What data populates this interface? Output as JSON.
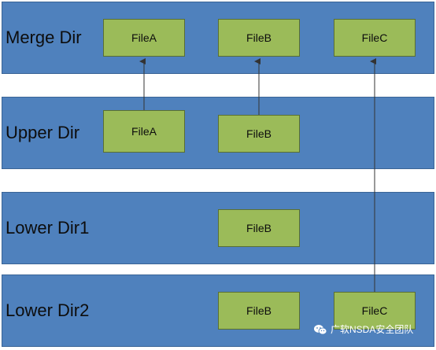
{
  "layers": {
    "merge": {
      "label": "Merge Dir",
      "files": [
        "FileA",
        "FileB",
        "FileC"
      ]
    },
    "upper": {
      "label": "Upper Dir",
      "files": [
        "FileA",
        "FileB"
      ]
    },
    "lower1": {
      "label": "Lower Dir1",
      "files": [
        "FileB"
      ]
    },
    "lower2": {
      "label": "Lower Dir2",
      "files": [
        "FileB",
        "FileC"
      ]
    }
  },
  "watermark": {
    "text": "广软NSDA安全团队",
    "icon": "wechat-icon"
  },
  "colors": {
    "layer_fill": "#4f81bd",
    "file_fill": "#9bbb59",
    "arrow": "#333333"
  }
}
